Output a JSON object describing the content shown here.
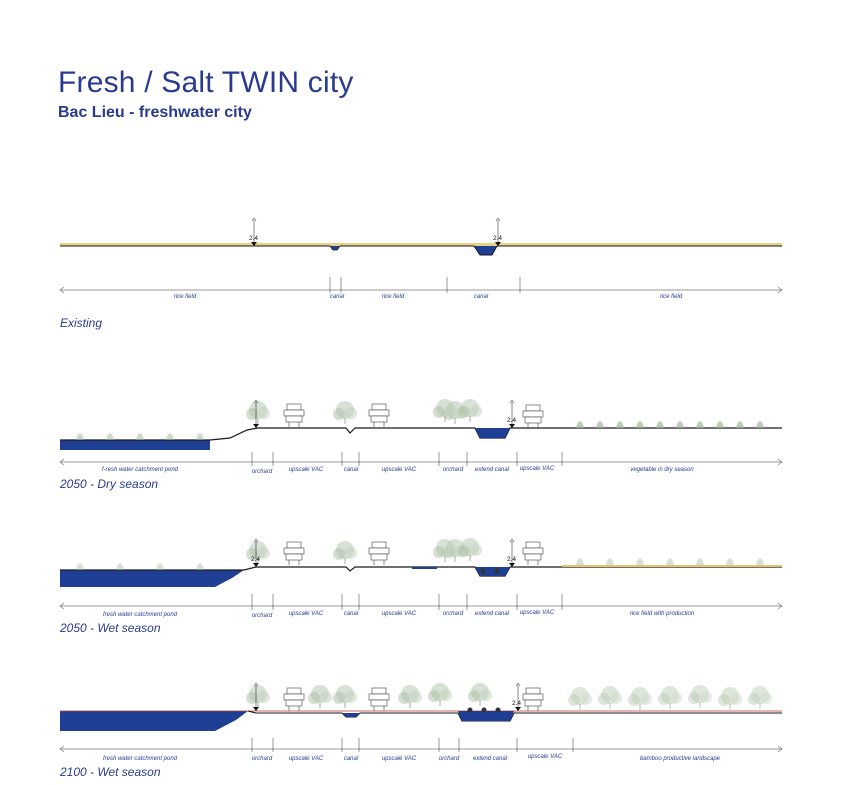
{
  "title": "Fresh / Salt TWIN city",
  "subtitle": "Bac Lieu - freshwater city",
  "colors": {
    "water": "#1f3f94",
    "text": "#2a3b8f",
    "rice": "#e6c46a",
    "ground": "#1a1a1a",
    "salt_line": "#c0392b",
    "vegetation": "#9fb79a"
  },
  "marker_value": "2.4",
  "sections": [
    {
      "name": "Existing",
      "labels": [
        "rice field",
        "canal",
        "rice field",
        "canal",
        "rice field"
      ]
    },
    {
      "name": "2050 - Dry season",
      "labels": [
        "f-resh water catchment pond",
        "orchard",
        "upscale VAC",
        "canal",
        "upscale VAC",
        "orchard",
        "extend canal",
        "upscale VAC",
        "vegetable in dry season"
      ]
    },
    {
      "name": "2050 - Wet season",
      "labels": [
        "fresh water catchment pond",
        "orchard",
        "upscale VAC",
        "canal",
        "upscale VAC",
        "orchard",
        "extend canal",
        "upscale VAC",
        "rice field with production"
      ]
    },
    {
      "name": "2100 - Wet season",
      "labels": [
        "fresh water catchment pond",
        "orchard",
        "upscale VAC",
        "canal",
        "upscale VAC",
        "orchard",
        "extend canal",
        "upscale VAC",
        "bamboo productive landscape"
      ]
    }
  ]
}
